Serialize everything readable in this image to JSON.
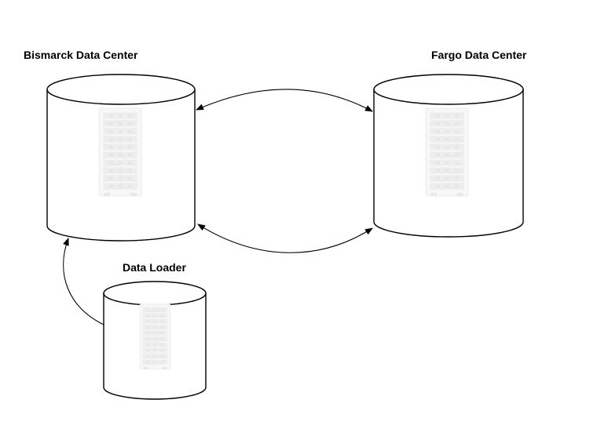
{
  "nodes": {
    "bismarck": {
      "label": "Bismarck Data Center",
      "icon": "server-rack-icon",
      "shape": "cylinder"
    },
    "fargo": {
      "label": "Fargo Data Center",
      "icon": "server-rack-icon",
      "shape": "cylinder"
    },
    "loader": {
      "label": "Data Loader",
      "icon": "server-rack-icon",
      "shape": "cylinder"
    }
  },
  "edges": [
    {
      "from": "bismarck",
      "to": "fargo",
      "direction": "bidirectional"
    },
    {
      "from": "bismarck",
      "to": "fargo",
      "direction": "bidirectional"
    },
    {
      "from": "loader",
      "to": "bismarck",
      "direction": "one-way"
    }
  ],
  "colors": {
    "stroke": "#000000",
    "fill": "#ffffff",
    "rack": "#eeeeee"
  }
}
